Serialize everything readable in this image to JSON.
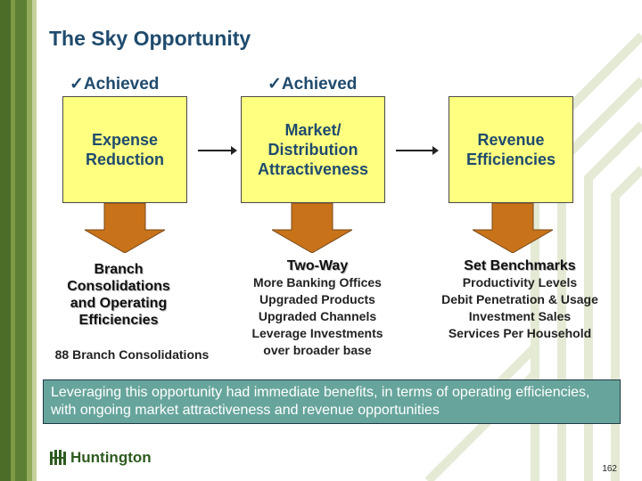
{
  "title": "The Sky Opportunity",
  "achieved": [
    {
      "mark": "✓",
      "label": "Achieved"
    },
    {
      "mark": "✓",
      "label": "Achieved"
    }
  ],
  "boxes": [
    "Expense\nReduction",
    "Market/\nDistribution\nAttractiveness",
    "Revenue\nEfficiencies"
  ],
  "columns": [
    {
      "heading": "Branch\nConsolidations\nand Operating\nEfficiencies",
      "items": []
    },
    {
      "heading": "Two-Way",
      "items": [
        "More Banking Offices",
        "Upgraded Products",
        "Upgraded Channels",
        "Leverage Investments",
        "over broader base"
      ]
    },
    {
      "heading": "Set Benchmarks",
      "items": [
        "Productivity Levels",
        "Debit Penetration & Usage",
        "Investment Sales",
        "Services Per Household"
      ]
    }
  ],
  "branch_note": "88 Branch Consolidations",
  "callout": "Leveraging this opportunity had immediate benefits, in terms of operating efficiencies, with ongoing market attractiveness and revenue opportunities",
  "logo_text": "Huntington",
  "page_number": "162",
  "colors": {
    "title": "#1f4b6e",
    "box_fill": "#ffff80",
    "arrow_fill": "#c8731a",
    "callout_fill": "#67a59c",
    "logo": "#2d5a1f"
  }
}
